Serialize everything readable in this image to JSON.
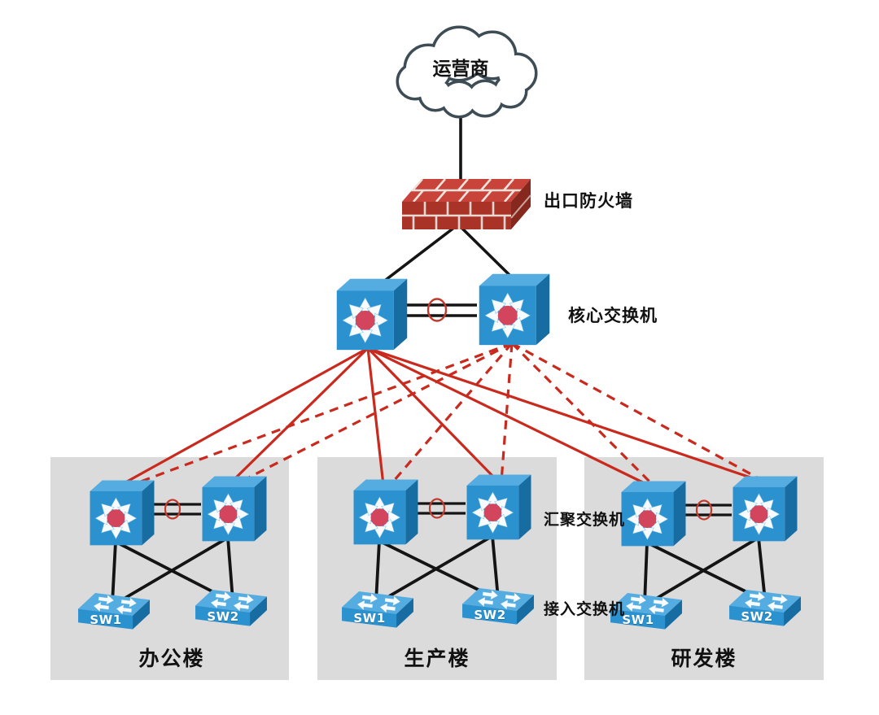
{
  "diagram": {
    "cloud": {
      "label": "运营商"
    },
    "firewall": {
      "label": "出口防火墙"
    },
    "core": {
      "label": "核心交换机"
    },
    "aggregation_label": "汇聚交换机",
    "access_label": "接入交换机",
    "buildings": [
      {
        "name": "办公楼",
        "sw1": "SW1",
        "sw2": "SW2"
      },
      {
        "name": "生产楼",
        "sw1": "SW1",
        "sw2": "SW2"
      },
      {
        "name": "研发楼",
        "sw1": "SW1",
        "sw2": "SW2"
      }
    ],
    "icons": {
      "cloud": "cloud-icon",
      "firewall": "firewall-brick-icon",
      "core_switch": "multilayer-switch-icon",
      "aggregation_switch": "multilayer-switch-icon",
      "access_switch": "workgroup-switch-icon",
      "link_aggregation": "red-ring-icon"
    },
    "colors": {
      "switch_front_blue": "#2B91CF",
      "switch_top_blue": "#54ACE0",
      "switch_side_blue": "#176CA2",
      "switch_hub_red": "#D2455C",
      "firewall_top_red": "#C8443A",
      "firewall_front_red": "#A93327",
      "firewall_side_red": "#87281F",
      "mortar": "#EFE3DD",
      "link_black": "#141414",
      "link_red": "#C92A1D",
      "panel_gray": "#DBDBDB",
      "cloud_outline": "#3D4C55"
    }
  }
}
